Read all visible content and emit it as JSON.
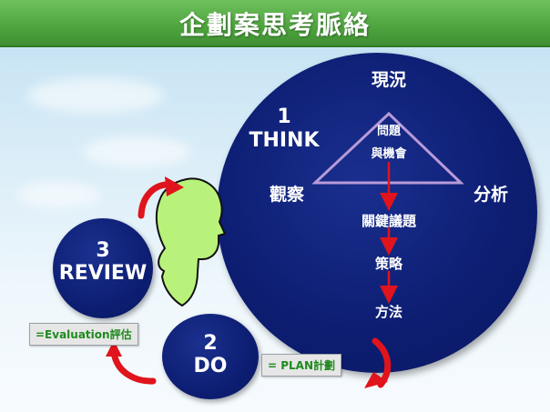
{
  "header": {
    "title": "企劃案思考脈絡"
  },
  "think": {
    "number": "1",
    "label": "THINK"
  },
  "review": {
    "number": "3",
    "label": "REVIEW"
  },
  "do": {
    "number": "2",
    "label": "DO"
  },
  "triangle": {
    "top": "現況",
    "left": "觀察",
    "right": "分析",
    "inner_line1": "問題",
    "inner_line2": "與機會"
  },
  "flow": [
    "關鍵議題",
    "策略",
    "方法"
  ],
  "tags": {
    "evaluation": "=Evaluation評估",
    "plan": "= PLAN計劃"
  },
  "colors": {
    "header_green": "#4ea43e",
    "circle_navy": "#0d1e73",
    "triangle_violet": "#b89ad8",
    "arrow_red": "#e0141c",
    "head_green": "#b9f27a",
    "tag_text_green": "#1e8a1e"
  },
  "icons": [
    "head-silhouette-icon",
    "curved-arrow-icon"
  ]
}
